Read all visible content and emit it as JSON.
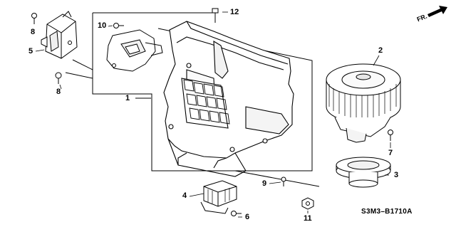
{
  "diagram": {
    "code": "S3M3–B1710A",
    "direction_label": "FR.",
    "callouts": {
      "p1": "1",
      "p2": "2",
      "p3": "3",
      "p4": "4",
      "p5": "5",
      "p6": "6",
      "p7": "7",
      "p8a": "8",
      "p8b": "8",
      "p9": "9",
      "p10": "10",
      "p11": "11",
      "p12": "12"
    }
  }
}
